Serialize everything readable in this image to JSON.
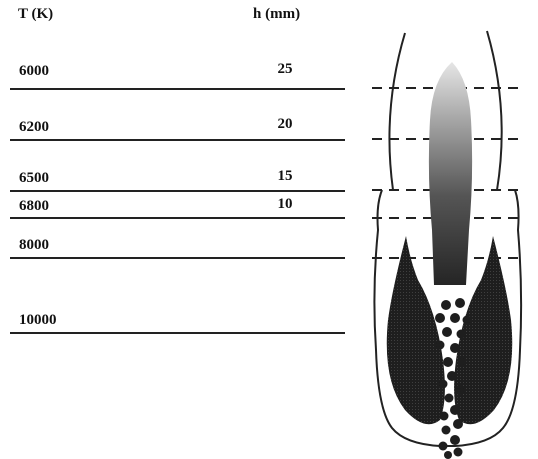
{
  "header": {
    "temperature_column": "T (K)",
    "height_column": "h (mm)"
  },
  "rows": [
    {
      "temperature": "6000",
      "height": "25"
    },
    {
      "temperature": "6200",
      "height": "20"
    },
    {
      "temperature": "6500",
      "height": "15"
    },
    {
      "temperature": "6800",
      "height": "10"
    },
    {
      "temperature": "8000",
      "height": ""
    },
    {
      "temperature": "10000",
      "height": ""
    }
  ],
  "colors": {
    "ink": "#111111",
    "lines": "#222222",
    "plasma_core_top": "#d8d8d8",
    "plasma_core_bottom": "#2a2a2a",
    "cooling_lobes": "#1e1e1e"
  }
}
